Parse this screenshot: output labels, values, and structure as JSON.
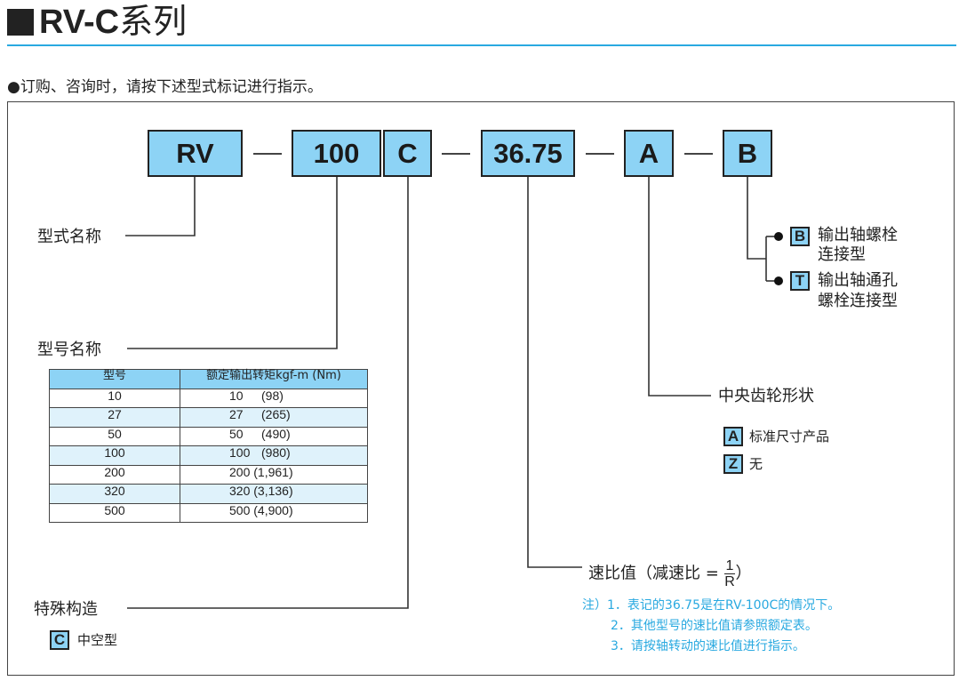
{
  "title": {
    "code": "RV-C",
    "suffix": "系列"
  },
  "intro": "●订购、咨询时，请按下述型式标记进行指示。",
  "code_segments": {
    "rv": "RV",
    "size": "100",
    "c": "C",
    "ratio": "36.75",
    "gear": "A",
    "output": "B"
  },
  "labels": {
    "model_name": "型式名称",
    "type_name": "型号名称",
    "special_structure": "特殊构造",
    "ratio_value": "速比值（减速比 =",
    "ratio_close": "）",
    "ratio_num": "1",
    "ratio_den": "R",
    "center_gear": "中央齿轮形状"
  },
  "table": {
    "headers": [
      "型号",
      "额定输出转矩kgf-m (Nm)"
    ],
    "rows": [
      [
        "10",
        "10",
        "(98)"
      ],
      [
        "27",
        "27",
        "(265)"
      ],
      [
        "50",
        "50",
        "(490)"
      ],
      [
        "100",
        "100",
        "(980)"
      ],
      [
        "200",
        "200",
        "(1,961)"
      ],
      [
        "320",
        "320",
        "(3,136)"
      ],
      [
        "500",
        "500",
        "(4,900)"
      ]
    ]
  },
  "special_options": [
    {
      "code": "C",
      "desc": "中空型"
    }
  ],
  "gear_options": [
    {
      "code": "A",
      "desc": "标准尺寸产品"
    },
    {
      "code": "Z",
      "desc": "无"
    }
  ],
  "output_options": [
    {
      "code": "B",
      "line1": "输出轴螺栓",
      "line2": "连接型"
    },
    {
      "code": "T",
      "line1": "输出轴通孔",
      "line2": "螺栓连接型"
    }
  ],
  "notes": [
    "注）1．表记的36.75是在RV-100C的情况下。",
    "2．其他型号的速比值请参照额定表。",
    "3．请按轴转动的速比值进行指示。"
  ],
  "colors": {
    "accent_blue": "#29a9e0",
    "box_fill": "#8dd3f5",
    "row_alt": "#dff2fb"
  }
}
